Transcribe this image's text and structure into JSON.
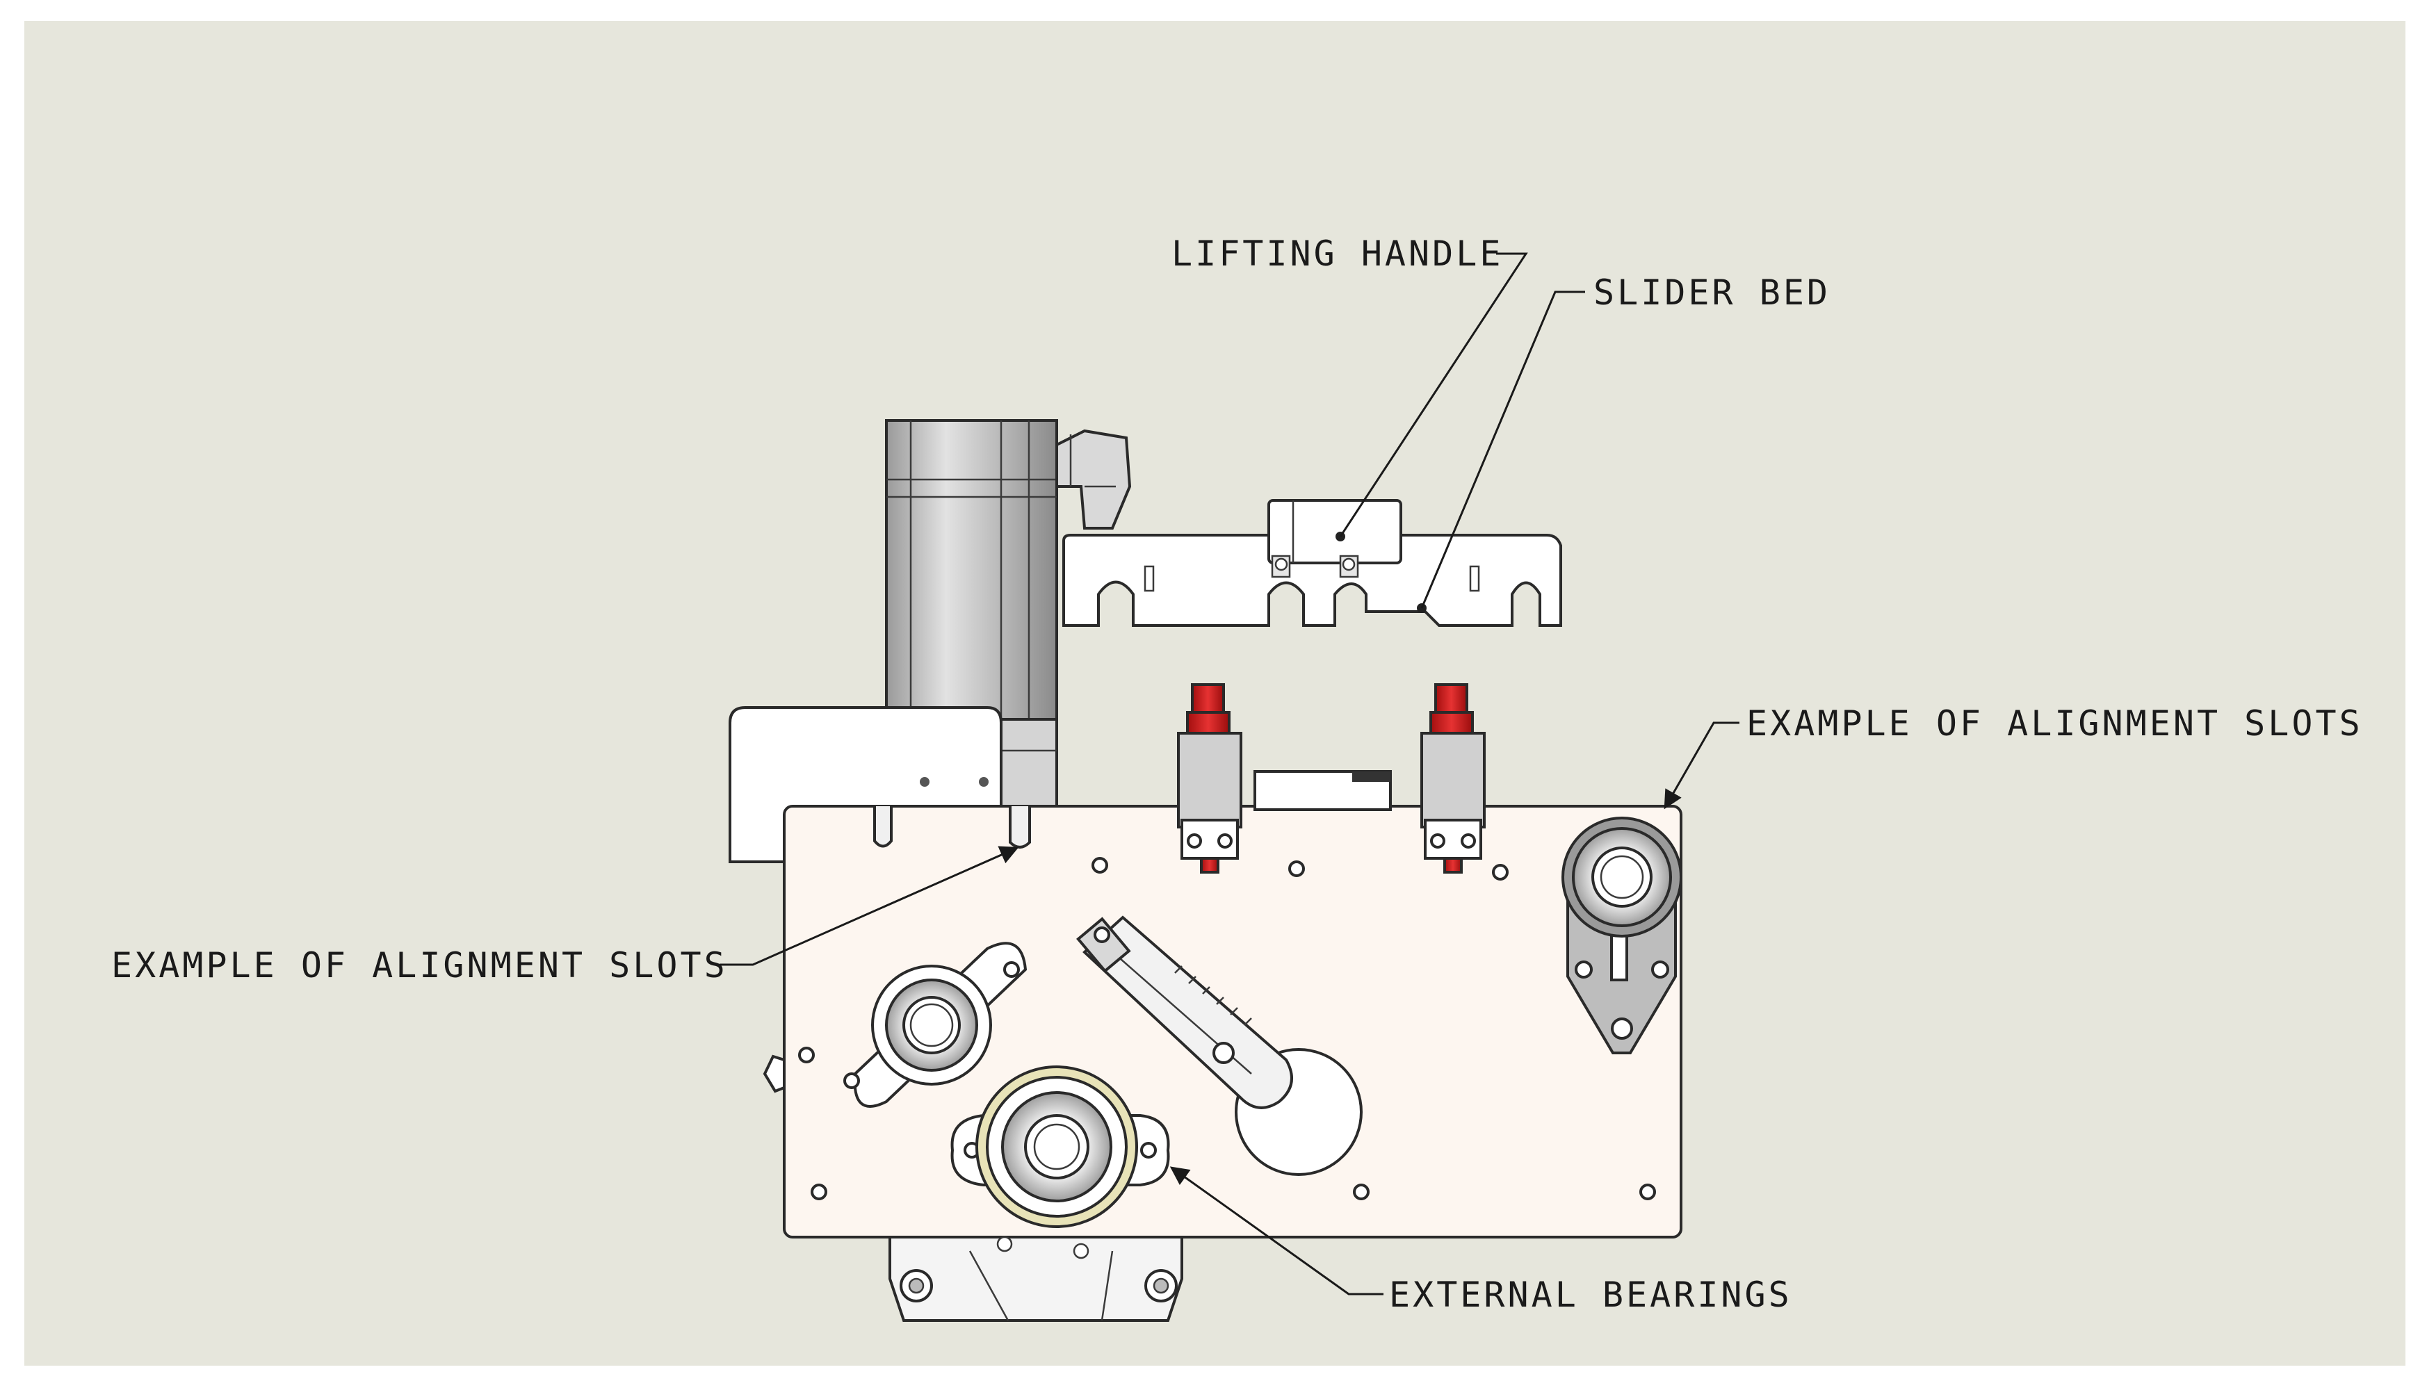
{
  "callouts": {
    "lifting_handle": "LIFTING HANDLE",
    "slider_bed": "SLIDER BED",
    "alignment_slots_right": "EXAMPLE OF ALIGNMENT SLOTS",
    "alignment_slots_left": "EXAMPLE OF ALIGNMENT SLOTS",
    "external_bearings": "EXTERNAL BEARINGS"
  },
  "colors": {
    "background": "#e6e6dc",
    "plate": "#fdf6f0",
    "motor": "#c8c8c8",
    "red_knob": "#d81e1e",
    "bearing_ring": "#e8e3b8"
  }
}
